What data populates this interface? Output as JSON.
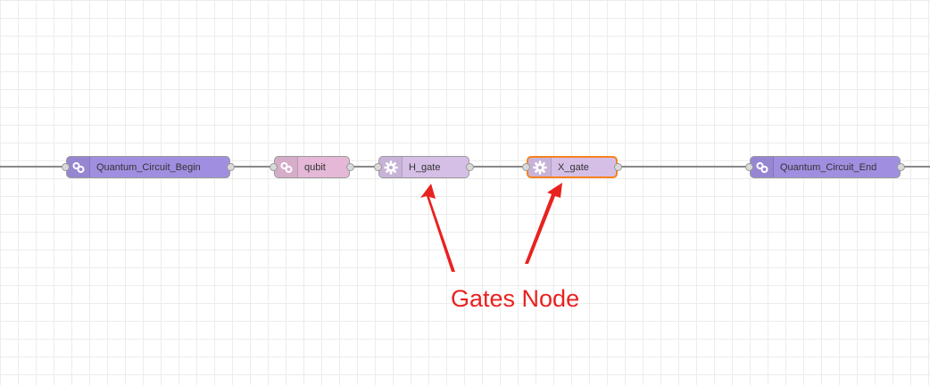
{
  "flow": {
    "nodes": [
      {
        "label": "Quantum_Circuit_Begin",
        "icon": "link-icon",
        "color": "#a08fe0"
      },
      {
        "label": "qubit",
        "icon": "link-icon",
        "color": "#e4b8d6"
      },
      {
        "label": "H_gate",
        "icon": "gear-icon",
        "color": "#d5bfe6"
      },
      {
        "label": "X_gate",
        "icon": "gear-icon",
        "color": "#d5bfe6",
        "selected": true
      },
      {
        "label": "Quantum_Circuit_End",
        "icon": "link-icon",
        "color": "#a08fe0"
      }
    ]
  },
  "annotation": {
    "text": "Gates Node",
    "color": "#e8221f"
  },
  "colors": {
    "wire": "#888888",
    "selection_border": "#f7831f",
    "grid_line": "#ececec"
  }
}
